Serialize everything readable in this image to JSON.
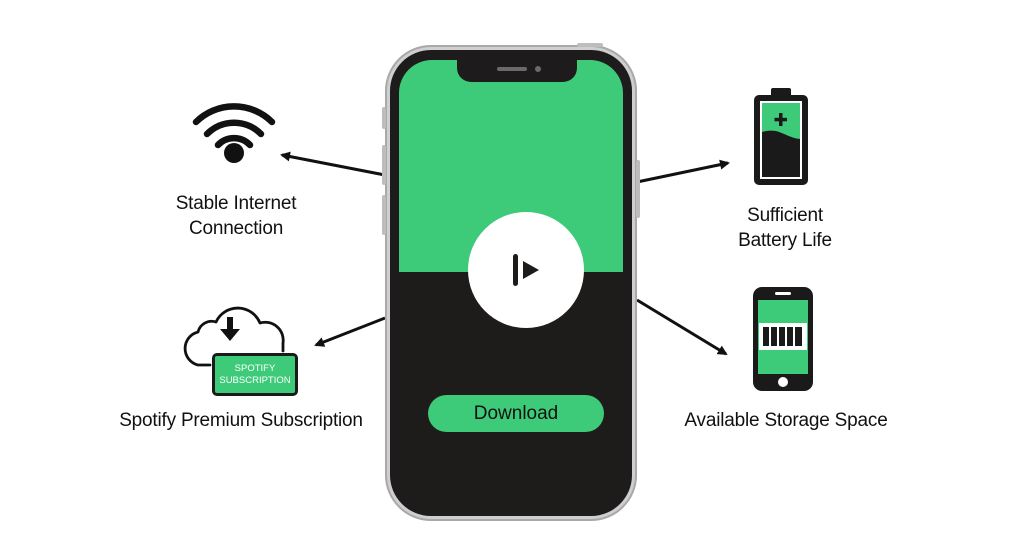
{
  "diagram": {
    "center": {
      "device": "smartphone",
      "play_icon": "play-pause-icon",
      "download_button_label": "Download",
      "colors": {
        "accent": "#3ecb79",
        "screen_dark": "#1e1b1b",
        "frame": "#cfcfcf"
      }
    },
    "requirements": [
      {
        "id": "internet",
        "icon": "wifi-icon",
        "line1": "Stable Internet",
        "line2": "Connection"
      },
      {
        "id": "subscription",
        "icon": "cloud-download-icon",
        "badge_line1": "SPOTIFY",
        "badge_line2": "SUBSCRIPTION",
        "line1": "Spotify Premium Subscription"
      },
      {
        "id": "battery",
        "icon": "battery-icon",
        "line1": "Sufficient",
        "line2": "Battery Life"
      },
      {
        "id": "storage",
        "icon": "phone-storage-icon",
        "line1": "Available Storage Space"
      }
    ]
  }
}
